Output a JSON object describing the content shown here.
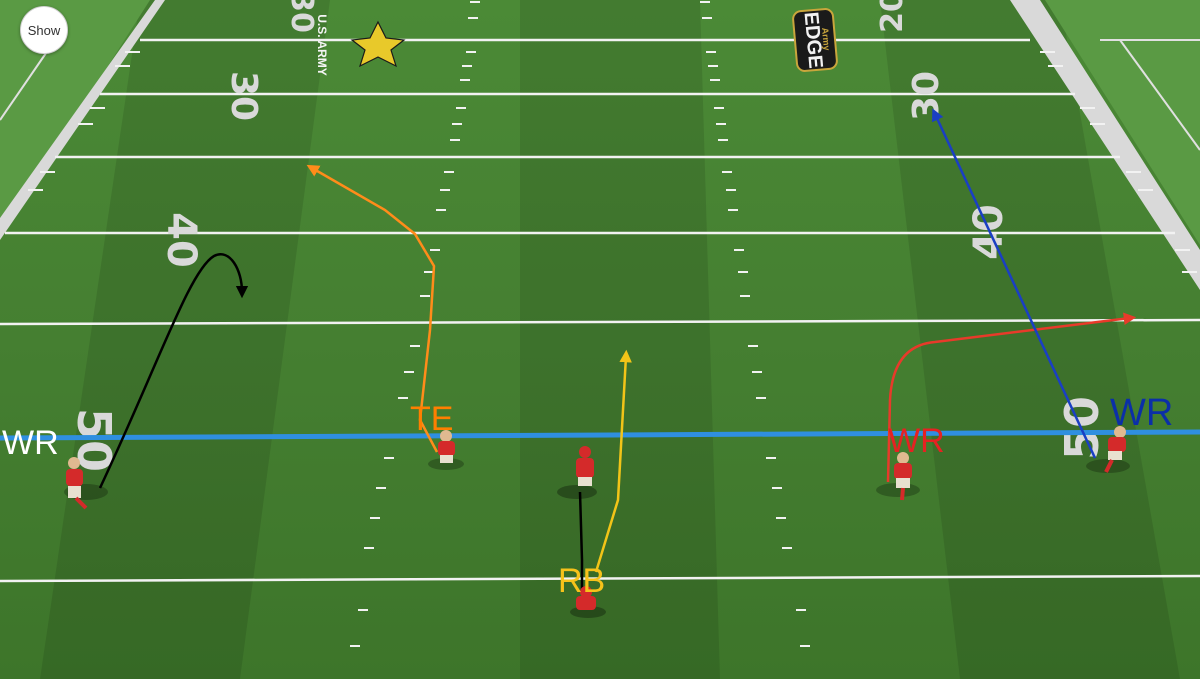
{
  "controls": {
    "show_label": "Show"
  },
  "field": {
    "yard_numbers_left": [
      "30",
      "40",
      "50"
    ],
    "yard_numbers_right": [
      "20",
      "30",
      "40",
      "50"
    ],
    "sponsors": {
      "army_text": "U.S. ARMY",
      "edge_text": "EDGE",
      "edge_sub": "Army"
    },
    "line_of_scrimmage_color": "#2f8fe0"
  },
  "players": [
    {
      "id": "wr_left",
      "label": "WR",
      "color": "#ffffff",
      "route_color": "#000000",
      "route": "curl"
    },
    {
      "id": "te",
      "label": "TE",
      "color": "#ff7f00",
      "route_color": "#ff8c1a",
      "route": "corner"
    },
    {
      "id": "rb",
      "label": "RB",
      "color": "#f7c21a",
      "route_color": "#f2c418",
      "route": "vertical"
    },
    {
      "id": "wr_slot",
      "label": "WR",
      "color": "#e52222",
      "route_color": "#e83a2a",
      "route": "out"
    },
    {
      "id": "wr_right",
      "label": "WR",
      "color": "#0b2fa8",
      "route_color": "#1a3fc4",
      "route": "post"
    }
  ],
  "blocker_route_color": "#000000"
}
